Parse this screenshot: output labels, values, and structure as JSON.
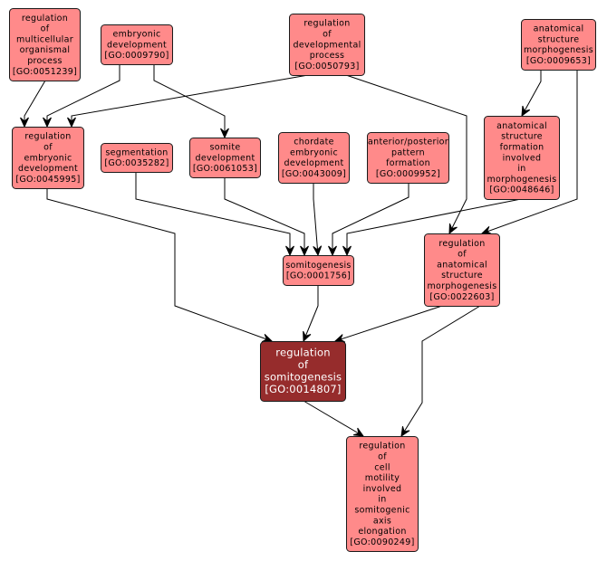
{
  "graph": {
    "colors": {
      "node_fill": "#ff8a8a",
      "focus_fill": "#962c2c",
      "edge": "#000000",
      "background": "#ffffff"
    },
    "nodes": [
      {
        "id": "n1",
        "lines": [
          "regulation",
          "of",
          "multicellular",
          "organismal",
          "process"
        ],
        "go": "[GO:0051239]",
        "focus": false
      },
      {
        "id": "n2",
        "lines": [
          "embryonic",
          "development"
        ],
        "go": "[GO:0009790]",
        "focus": false
      },
      {
        "id": "n3",
        "lines": [
          "regulation",
          "of",
          "developmental",
          "process"
        ],
        "go": "[GO:0050793]",
        "focus": false
      },
      {
        "id": "n4",
        "lines": [
          "anatomical",
          "structure",
          "morphogenesis"
        ],
        "go": "[GO:0009653]",
        "focus": false
      },
      {
        "id": "n5",
        "lines": [
          "regulation",
          "of",
          "embryonic",
          "development"
        ],
        "go": "[GO:0045995]",
        "focus": false
      },
      {
        "id": "n6",
        "lines": [
          "segmentation"
        ],
        "go": "[GO:0035282]",
        "focus": false
      },
      {
        "id": "n7",
        "lines": [
          "somite",
          "development"
        ],
        "go": "[GO:0061053]",
        "focus": false
      },
      {
        "id": "n8",
        "lines": [
          "chordate",
          "embryonic",
          "development"
        ],
        "go": "[GO:0043009]",
        "focus": false
      },
      {
        "id": "n9",
        "lines": [
          "anterior/posterior",
          "pattern",
          "formation"
        ],
        "go": "[GO:0009952]",
        "focus": false
      },
      {
        "id": "n10",
        "lines": [
          "anatomical",
          "structure",
          "formation",
          "involved",
          "in",
          "morphogenesis"
        ],
        "go": "[GO:0048646]",
        "focus": false
      },
      {
        "id": "n11",
        "lines": [
          "somitogenesis"
        ],
        "go": "[GO:0001756]",
        "focus": false
      },
      {
        "id": "n12",
        "lines": [
          "regulation",
          "of",
          "anatomical",
          "structure",
          "morphogenesis"
        ],
        "go": "[GO:0022603]",
        "focus": false
      },
      {
        "id": "n13",
        "lines": [
          "regulation",
          "of",
          "somitogenesis"
        ],
        "go": "[GO:0014807]",
        "focus": true
      },
      {
        "id": "n14",
        "lines": [
          "regulation",
          "of",
          "cell",
          "motility",
          "involved",
          "in",
          "somitogenic",
          "axis",
          "elongation"
        ],
        "go": "[GO:0090249]",
        "focus": false
      }
    ],
    "edges": [
      {
        "from": "n1",
        "to": "n5"
      },
      {
        "from": "n2",
        "to": "n5"
      },
      {
        "from": "n3",
        "to": "n5"
      },
      {
        "from": "n2",
        "to": "n7"
      },
      {
        "from": "n4",
        "to": "n10"
      },
      {
        "from": "n3",
        "to": "n12"
      },
      {
        "from": "n4",
        "to": "n12"
      },
      {
        "from": "n6",
        "to": "n11"
      },
      {
        "from": "n7",
        "to": "n11"
      },
      {
        "from": "n8",
        "to": "n11"
      },
      {
        "from": "n9",
        "to": "n11"
      },
      {
        "from": "n10",
        "to": "n11"
      },
      {
        "from": "n5",
        "to": "n13"
      },
      {
        "from": "n11",
        "to": "n13"
      },
      {
        "from": "n12",
        "to": "n13"
      },
      {
        "from": "n13",
        "to": "n14"
      },
      {
        "from": "n12",
        "to": "n14"
      }
    ]
  }
}
